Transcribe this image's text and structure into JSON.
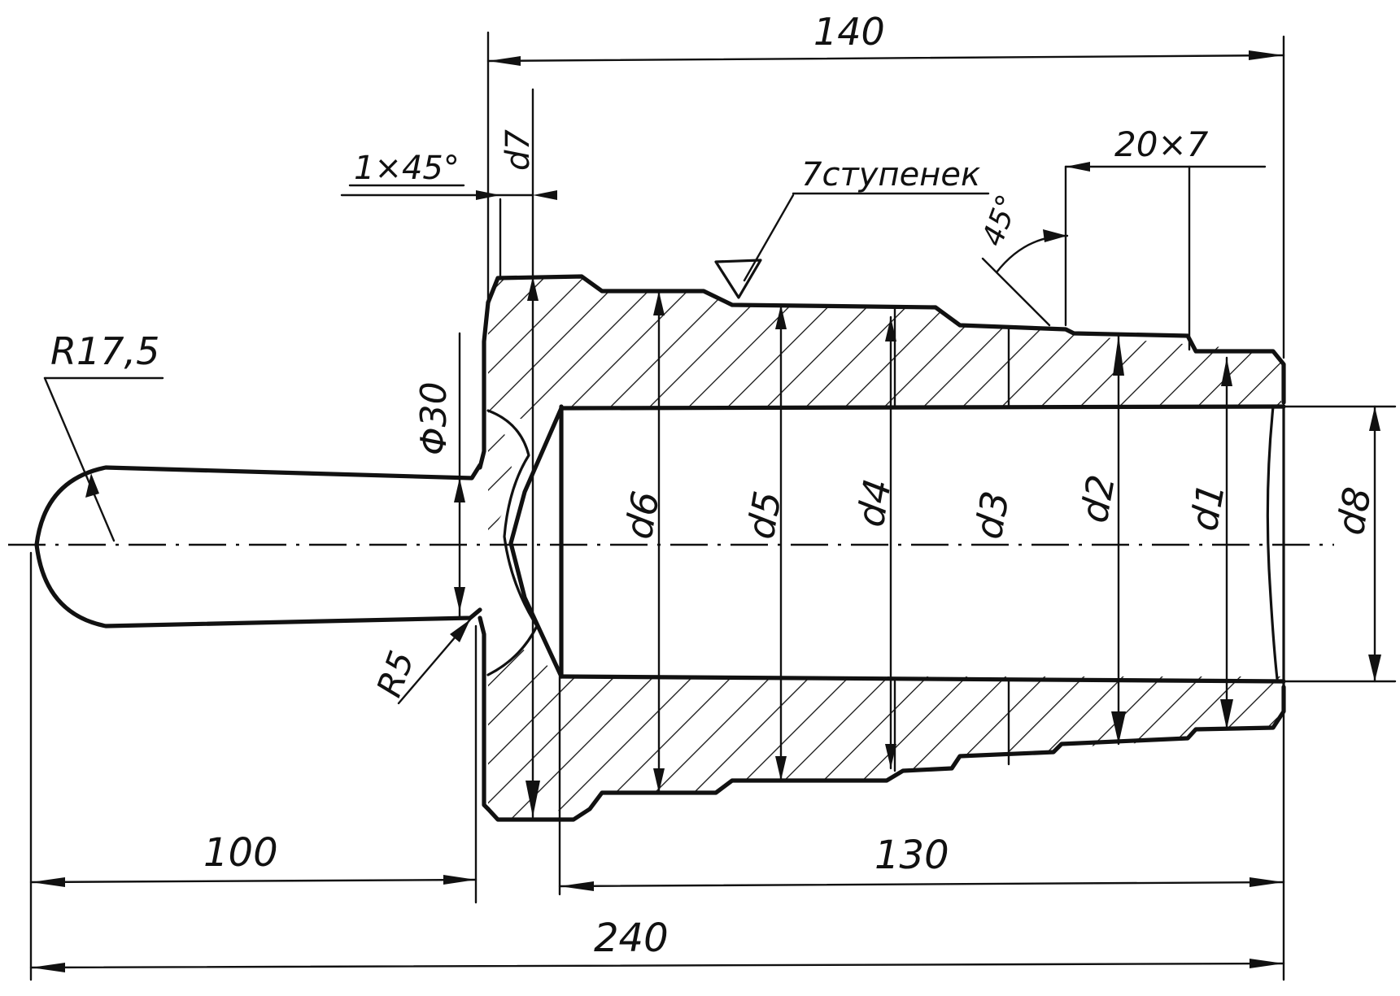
{
  "dimensions": {
    "overall_top": "140",
    "chamfer": "1×45°",
    "d7_small": "d7",
    "steps_note": "7ступенек",
    "groove": "20×7",
    "angle": "45°",
    "radius_large": "R17,5",
    "diameter_30": "Φ30",
    "radius_small": "R5",
    "left_length": "100",
    "bore_length": "130",
    "total_length": "240"
  },
  "diameters": {
    "d6": "d6",
    "d5": "d5",
    "d4": "d4",
    "d3": "d3",
    "d2": "d2",
    "d1": "d1",
    "d8": "d8"
  }
}
